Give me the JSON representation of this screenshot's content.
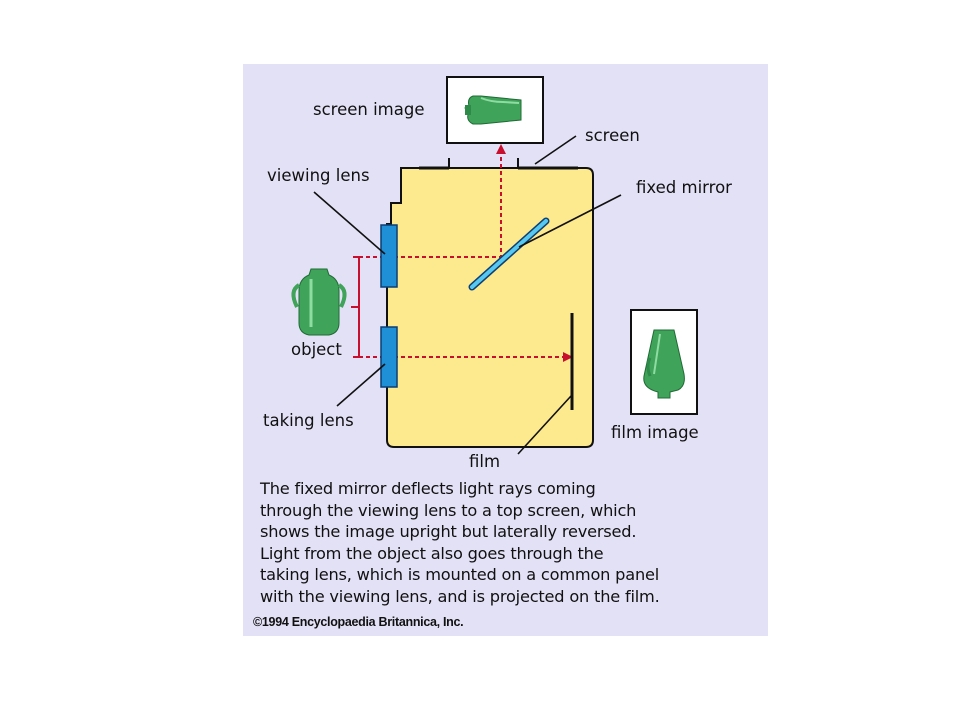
{
  "labels": {
    "screen_image": "screen image",
    "screen": "screen",
    "viewing_lens": "viewing lens",
    "fixed_mirror": "fixed mirror",
    "object": "object",
    "taking_lens": "taking lens",
    "film_image": "film image",
    "film": "film"
  },
  "caption_lines": [
    "The fixed mirror deflects light rays coming",
    "through the viewing lens to a top screen, which",
    "shows the image upright but laterally reversed.",
    "Light from the object also goes through the",
    "taking lens, which is mounted on a common panel",
    "with the viewing lens, and is projected on the film."
  ],
  "copyright": "©1994 Encyclopaedia Britannica, Inc.",
  "colors": {
    "panel_background": "#e3e1f6",
    "camera_body": "#fde98e",
    "lens_blue": "#1f8fd6",
    "mirror_blue": "#57c8f0",
    "ray_red": "#c8102e",
    "object_green": "#3fa35a"
  }
}
